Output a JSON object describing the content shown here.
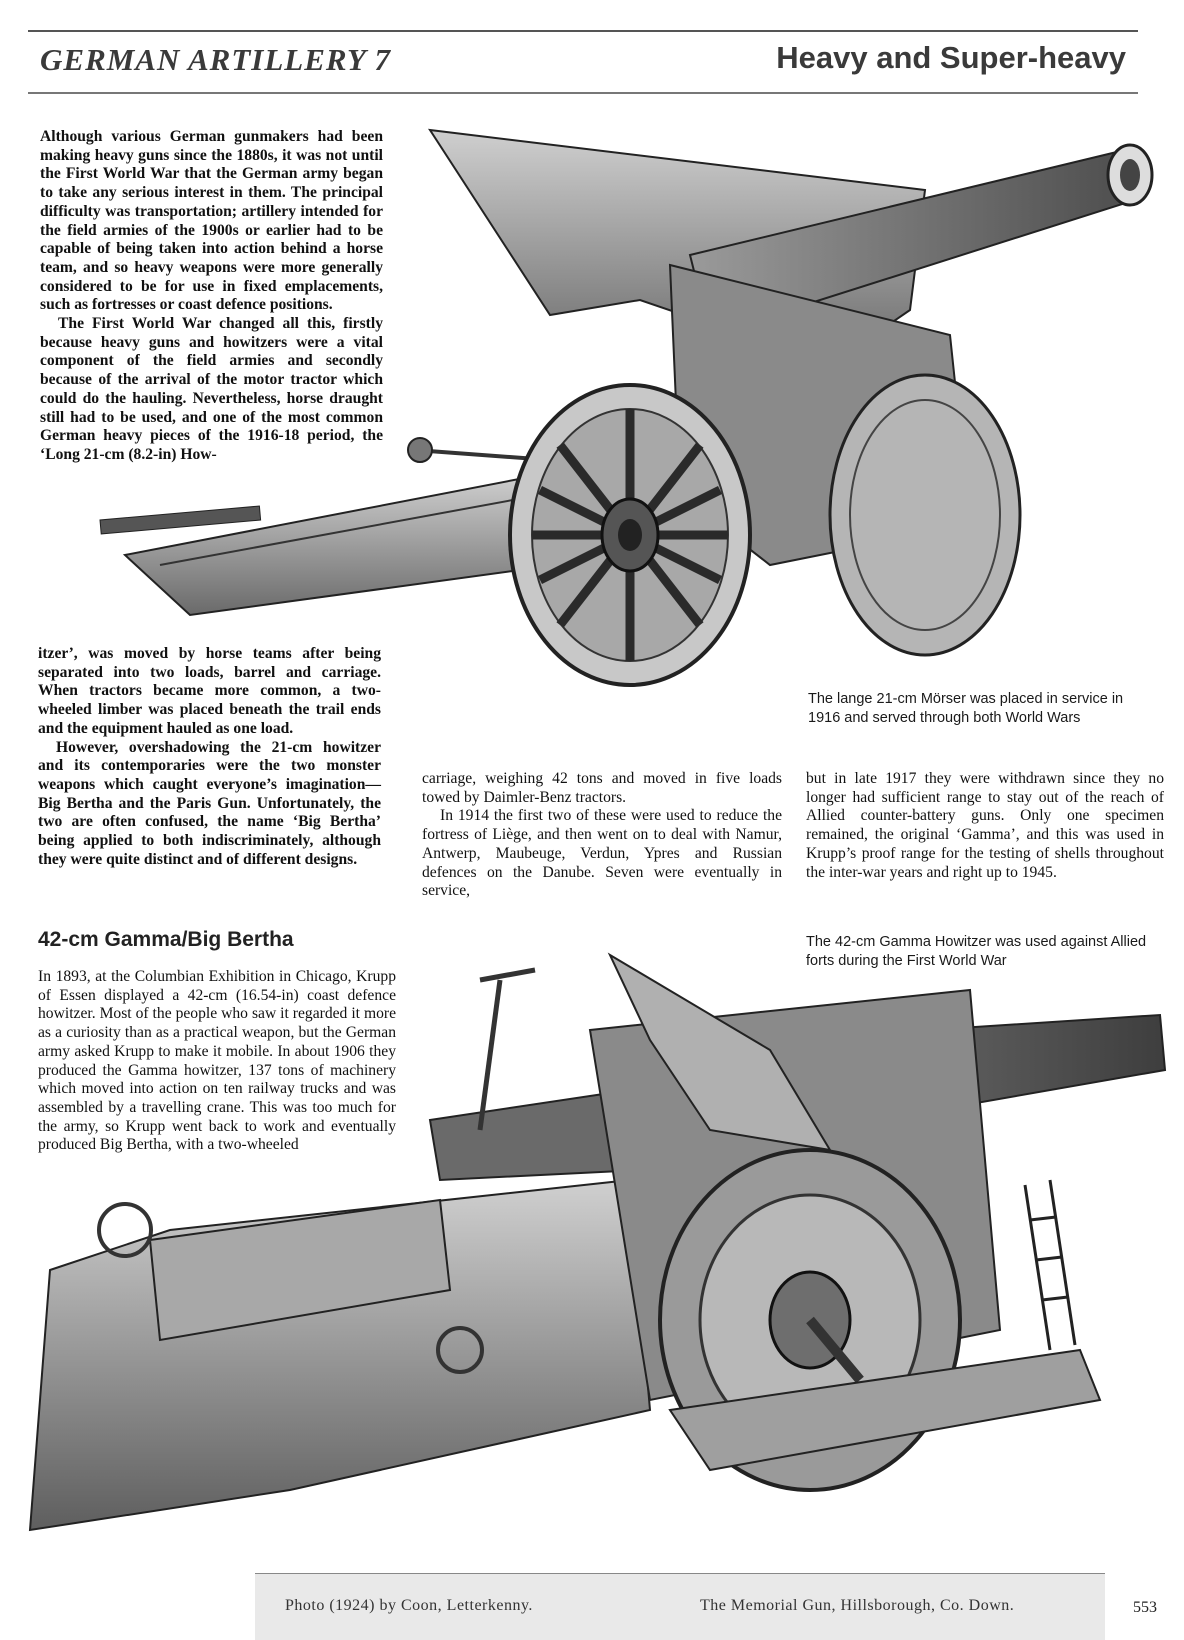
{
  "header": {
    "series_title": "GERMAN ARTILLERY 7",
    "section_title": "Heavy and Super-heavy"
  },
  "intro": {
    "para1": "Although various German gunmakers had been making heavy guns since the 1880s, it was not until the First World War that the German army began to take any serious interest in them. The principal difficulty was transportation; artillery intended for the field armies of the 1900s or earlier had to be capable of being taken into action behind a horse team, and so heavy weapons were more generally considered to be for use in fixed emplacements, such as fortresses or coast defence positions.",
    "para2": "The First World War changed all this, firstly because heavy guns and howitzers were a vital component of the field armies and secondly because of the arrival of the motor tractor which could do the hauling. Nevertheless, horse draught still had to be used, and one of the most common German heavy pieces of the 1916-18 period, the ‘Long 21-cm (8.2-in) How-",
    "para3": "itzer’, was moved by horse teams after being separated into two loads, barrel and carriage. When tractors became more common, a two-wheeled limber was placed beneath the trail ends and the equipment hauled as one load.",
    "para4": "However, overshadowing the 21-cm howitzer and its contemporaries were the two monster weapons which caught everyone’s imagination—Big Bertha and the Paris Gun. Unfortunately, the two are often confused, the name ‘Big Bertha’ being applied to both indiscriminately, although they were quite distinct and of different designs."
  },
  "gamma_section": {
    "heading": "42-cm Gamma/Big Bertha",
    "para1": "In 1893, at the Columbian Exhibition in Chicago, Krupp of Essen displayed a 42-cm (16.54-in) coast defence howitzer. Most of the people who saw it regarded it more as a curiosity than as a practical weapon, but the German army asked Krupp to make it mobile. In about 1906 they produced the Gamma howitzer, 137 tons of machinery which moved into action on ten railway trucks and was assembled by a travelling crane. This was too much for the army, so Krupp went back to work and eventually produced Big Bertha, with a two-wheeled",
    "col2_para1": "carriage, weighing 42 tons and moved in five loads towed by Daimler-Benz tractors.",
    "col2_para2": "In 1914 the first two of these were used to reduce the fortress of Liège, and then went on to deal with Namur, Antwerp, Maubeuge, Verdun, Ypres and Russian defences on the Danube. Seven were eventually in service,",
    "col3_para1": "but in late 1917 they were withdrawn since they no longer had sufficient range to stay out of the reach of Allied counter-battery guns. Only one specimen remained, the original ‘Gamma’, and this was used in Krupp’s proof range for the testing of shells throughout the inter-war years and right up to 1945."
  },
  "captions": {
    "morser": "The lange 21-cm Mörser was placed in service in 1916 and served through both World Wars",
    "gamma": "The 42-cm Gamma Howitzer was used against Allied forts during the First World War"
  },
  "illustrations": {
    "top": "howitzer-21cm-illustration",
    "bottom": "gamma-howitzer-42cm-illustration"
  },
  "footer": {
    "photo_credit": "Photo (1924) by Coon, Letterkenny.",
    "memorial_credit": "The Memorial Gun, Hillsborough, Co. Down.",
    "page_number": "553"
  }
}
